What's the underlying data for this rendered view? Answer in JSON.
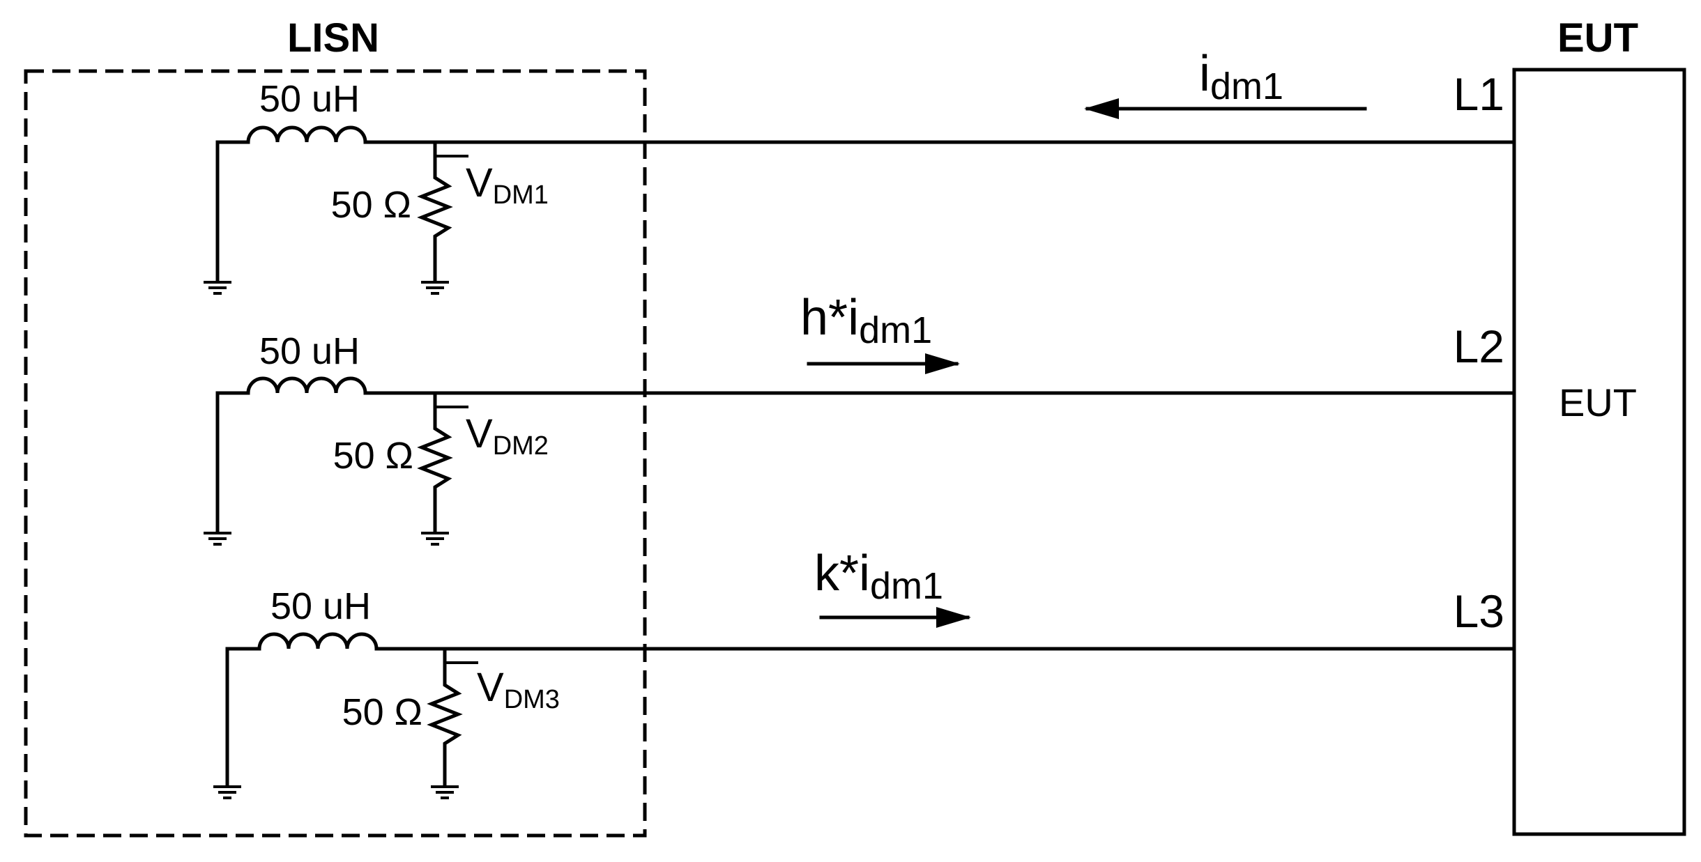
{
  "lisn": {
    "title": "LISN",
    "branches": [
      {
        "inductor": "50 uH",
        "resistor": "50 Ω",
        "v_main": "V",
        "v_sub": "DM1"
      },
      {
        "inductor": "50 uH",
        "resistor": "50 Ω",
        "v_main": "V",
        "v_sub": "DM2"
      },
      {
        "inductor": "50 uH",
        "resistor": "50 Ω",
        "v_main": "V",
        "v_sub": "DM3"
      }
    ]
  },
  "eut": {
    "title": "EUT",
    "inner_label": "EUT"
  },
  "lines": [
    {
      "label": "L1"
    },
    {
      "label": "L2"
    },
    {
      "label": "L3"
    }
  ],
  "currents": [
    {
      "main": "i",
      "sub": "dm1",
      "direction": "left"
    },
    {
      "main": "h*i",
      "sub": "dm1",
      "direction": "right"
    },
    {
      "main": "k*i",
      "sub": "dm1",
      "direction": "right"
    }
  ]
}
